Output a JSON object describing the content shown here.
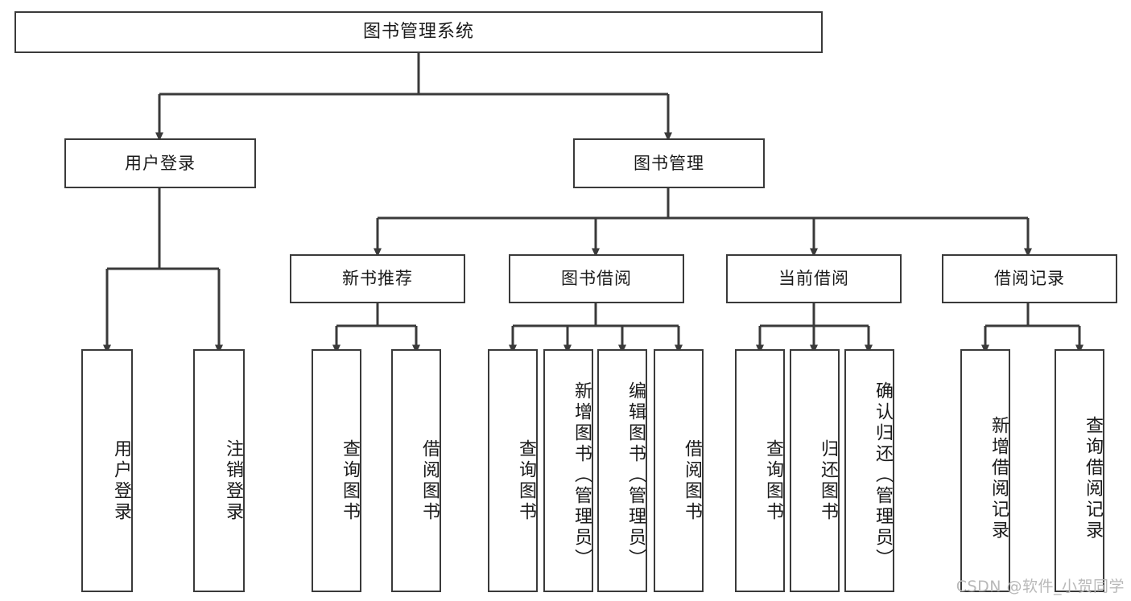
{
  "diagram": {
    "title": "图书管理系统",
    "type": "functional-structure-tree",
    "watermark": "CSDN @软件_小贺同学",
    "colors": {
      "border": "#3a3a3a",
      "background": "#ffffff",
      "text": "#1a1a1a",
      "watermark": "#b9b9b9"
    }
  },
  "root": {
    "label": "图书管理系统"
  },
  "level2": [
    {
      "id": "user-login",
      "label": "用户登录"
    },
    {
      "id": "book-manage",
      "label": "图书管理"
    }
  ],
  "level3": [
    {
      "id": "new-book-recommend",
      "label": "新书推荐",
      "parent": "book-manage"
    },
    {
      "id": "book-borrow",
      "label": "图书借阅",
      "parent": "book-manage"
    },
    {
      "id": "current-borrow",
      "label": "当前借阅",
      "parent": "book-manage"
    },
    {
      "id": "borrow-record",
      "label": "借阅记录",
      "parent": "book-manage"
    }
  ],
  "leaves": {
    "user_login": [
      {
        "id": "leaf-user-login",
        "label": "用户登录"
      },
      {
        "id": "leaf-logout",
        "label": "注销登录"
      }
    ],
    "new_book_recommend": [
      {
        "id": "leaf-query-book-1",
        "label": "查询图书"
      },
      {
        "id": "leaf-borrow-book-1",
        "label": "借阅图书"
      }
    ],
    "book_borrow": [
      {
        "id": "leaf-query-book-2",
        "label": "查询图书"
      },
      {
        "id": "leaf-add-book",
        "label": "新增图书（管理员）"
      },
      {
        "id": "leaf-edit-book",
        "label": "编辑图书（管理员）"
      },
      {
        "id": "leaf-borrow-book-2",
        "label": "借阅图书"
      }
    ],
    "current_borrow": [
      {
        "id": "leaf-query-book-3",
        "label": "查询图书"
      },
      {
        "id": "leaf-return-book",
        "label": "归还图书"
      },
      {
        "id": "leaf-confirm-return",
        "label": "确认归还（管理员）"
      }
    ],
    "borrow_record": [
      {
        "id": "leaf-add-record",
        "label": "新增借阅记录"
      },
      {
        "id": "leaf-query-record",
        "label": "查询借阅记录"
      }
    ]
  }
}
